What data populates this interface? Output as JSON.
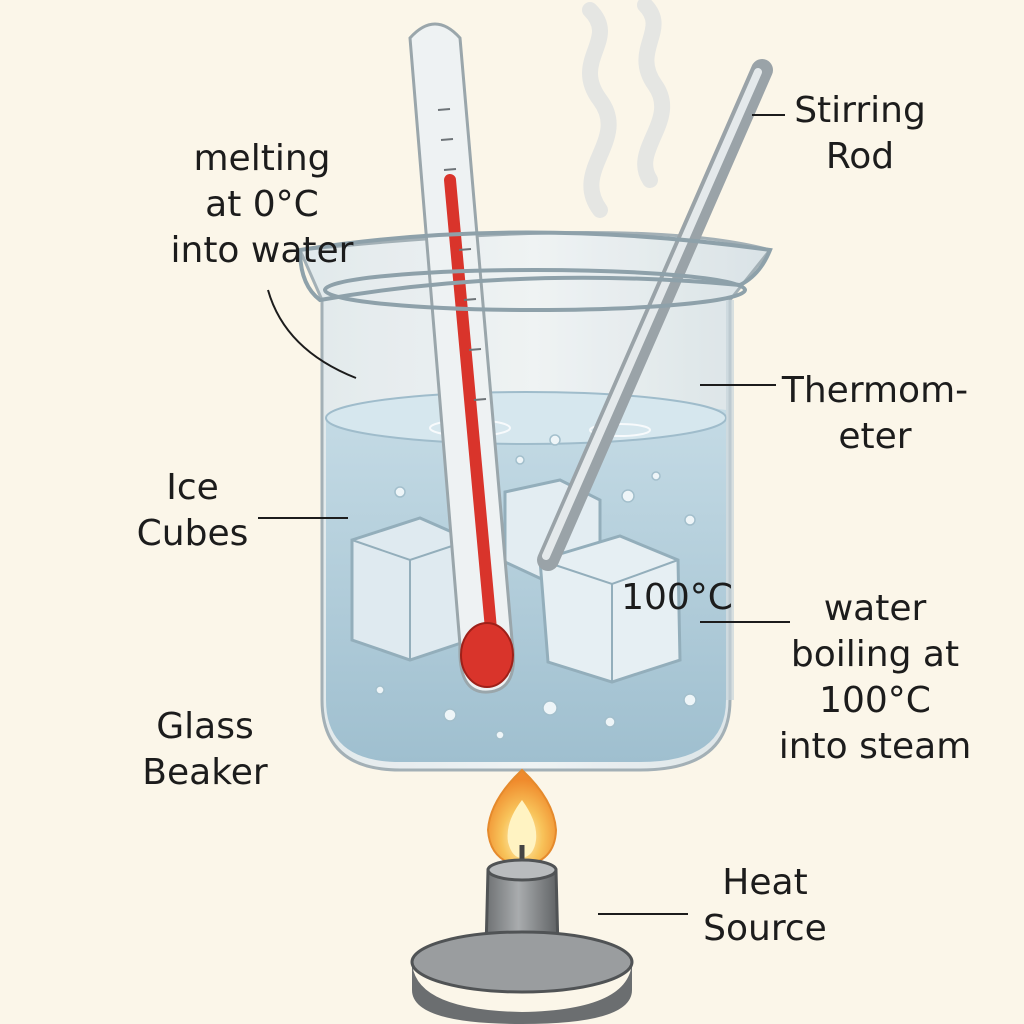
{
  "labels": {
    "melting": {
      "line1": "melting",
      "line2": "at 0°C",
      "line3": "into water"
    },
    "stirring_rod": {
      "line1": "Stirring",
      "line2": "Rod"
    },
    "thermometer": {
      "line1": "Thermom-",
      "line2": "eter"
    },
    "ice_cubes": {
      "line1": "Ice",
      "line2": "Cubes"
    },
    "temp_reading": "100°C",
    "boiling": {
      "line1": "water",
      "line2": "boiling at",
      "line3": "100°C",
      "line4": "into steam"
    },
    "glass_beaker": {
      "line1": "Glass",
      "line2": "Beaker"
    },
    "heat_source": {
      "line1": "Heat",
      "line2": "Source"
    }
  },
  "colors": {
    "background": "#fbf6e9",
    "water": "#b9d3e0",
    "mercury": "#d9342b",
    "flame": "#f4a23c",
    "burner": "#8a8d8f"
  }
}
